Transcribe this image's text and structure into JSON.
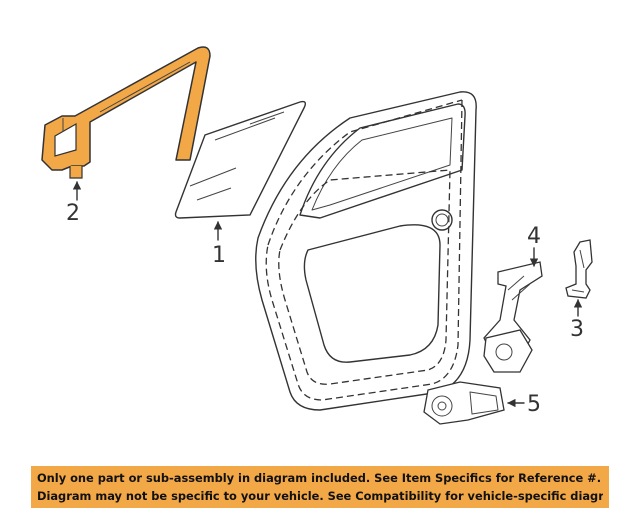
{
  "diagram": {
    "callouts": {
      "glass": "1",
      "channel": "2",
      "guide": "3",
      "regulator": "4",
      "motor": "5"
    },
    "colors": {
      "highlight_part": "#f3a847",
      "line_art": "#333333",
      "banner": "#f3a847"
    }
  },
  "banner": {
    "line1": "Only one part or sub-assembly in diagram included. See Item Specifics for Reference #.",
    "line2": "Diagram may not be specific to your vehicle. See Compatibility for vehicle-specific diagrams."
  }
}
